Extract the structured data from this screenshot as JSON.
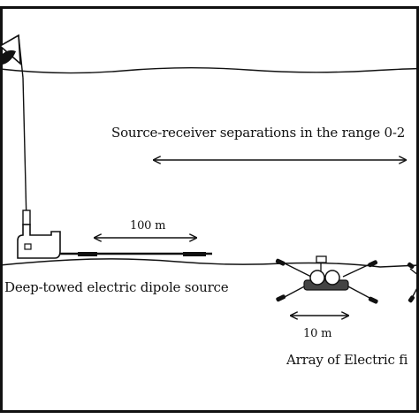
{
  "figure": {
    "labels": {
      "separation": "Source-receiver separations in the range 0-2",
      "span_100": "100 m",
      "source": "Deep-towed electric dipole source",
      "span_10": "10 m",
      "array": "Array of Electric fi"
    },
    "elements": [
      "ship",
      "tow-cable",
      "sea-surface",
      "deep-towed-source",
      "dipole-antenna",
      "seafloor",
      "receiver-array"
    ],
    "colors": {
      "line": "#111111",
      "fill": "#ffffff",
      "receiver-body": "#444444"
    }
  }
}
